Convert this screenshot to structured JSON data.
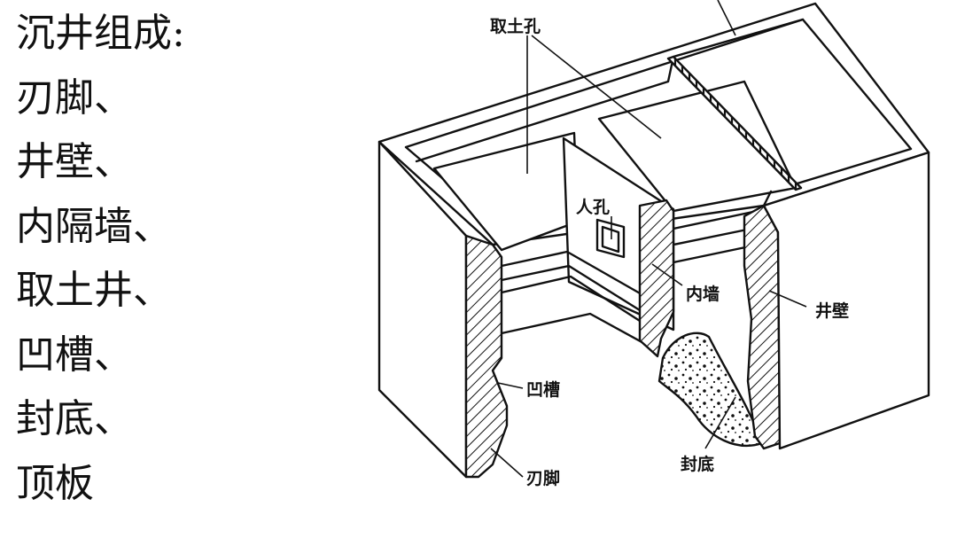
{
  "list": {
    "items": [
      "沉井组成:",
      "刃脚、",
      "井壁、",
      "内隔墙、",
      "取土井、",
      "凹槽、",
      "封底、",
      "顶板"
    ]
  },
  "diagram": {
    "labels": {
      "soil_hole": "取土孔",
      "manhole": "人孔",
      "inner_wall": "内墙",
      "well_wall": "井壁",
      "groove": "凹槽",
      "bottom_seal": "封底",
      "cutting_edge": "刃脚"
    }
  }
}
